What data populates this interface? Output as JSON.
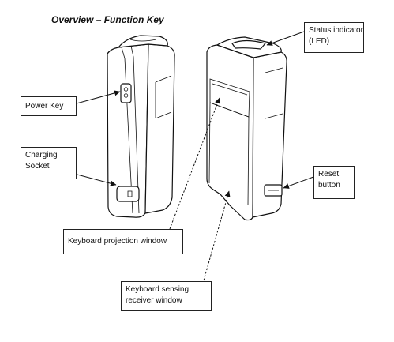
{
  "title": "Overview – Function Key",
  "callouts": {
    "power_key": "Power Key",
    "charging_socket": [
      "Charging",
      "Socket"
    ],
    "status_indicator": [
      "Status indicator",
      "(LED)"
    ],
    "reset_button": [
      "Reset",
      "button"
    ],
    "keyboard_projection_window": "Keyboard projection window",
    "keyboard_sensing_receiver_window": [
      "Keyboard sensing",
      "receiver window"
    ]
  },
  "colors": {
    "line": "#111111",
    "background": "#ffffff"
  }
}
